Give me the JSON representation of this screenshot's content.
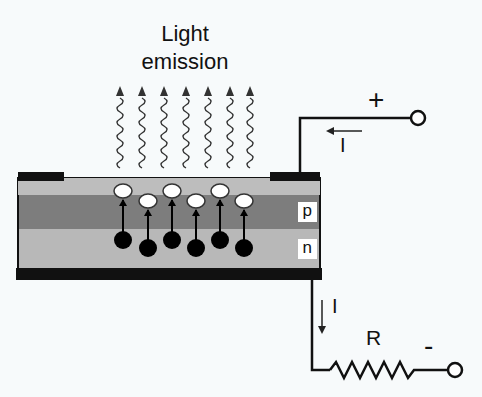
{
  "diagram": {
    "nodes": [
      {
        "text": [
          "p"
        ]
      },
      {
        "text": [
          "n"
        ]
      }
    ],
    "labels": [
      "Light emission",
      "+",
      "I",
      "I",
      "R",
      "-"
    ]
  }
}
